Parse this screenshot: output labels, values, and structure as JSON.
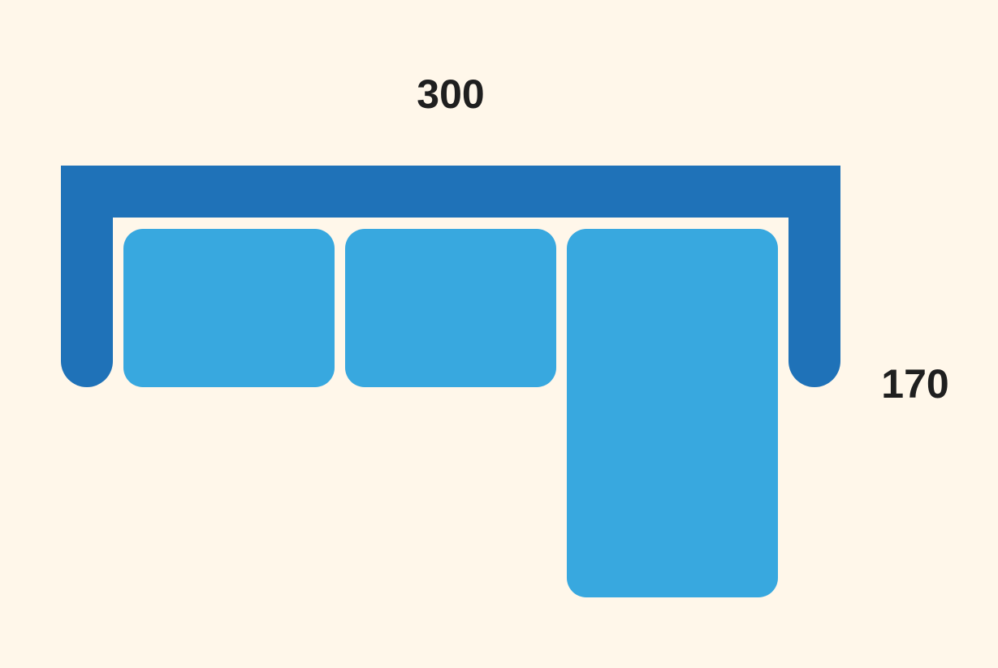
{
  "dimensions": {
    "width": "300",
    "depth": "170"
  },
  "colors": {
    "frame": "#1F72B8",
    "cushion": "#38A8DF",
    "background": "#FFF7EA"
  },
  "cushions": [
    "seat-1",
    "seat-2",
    "chaise"
  ]
}
